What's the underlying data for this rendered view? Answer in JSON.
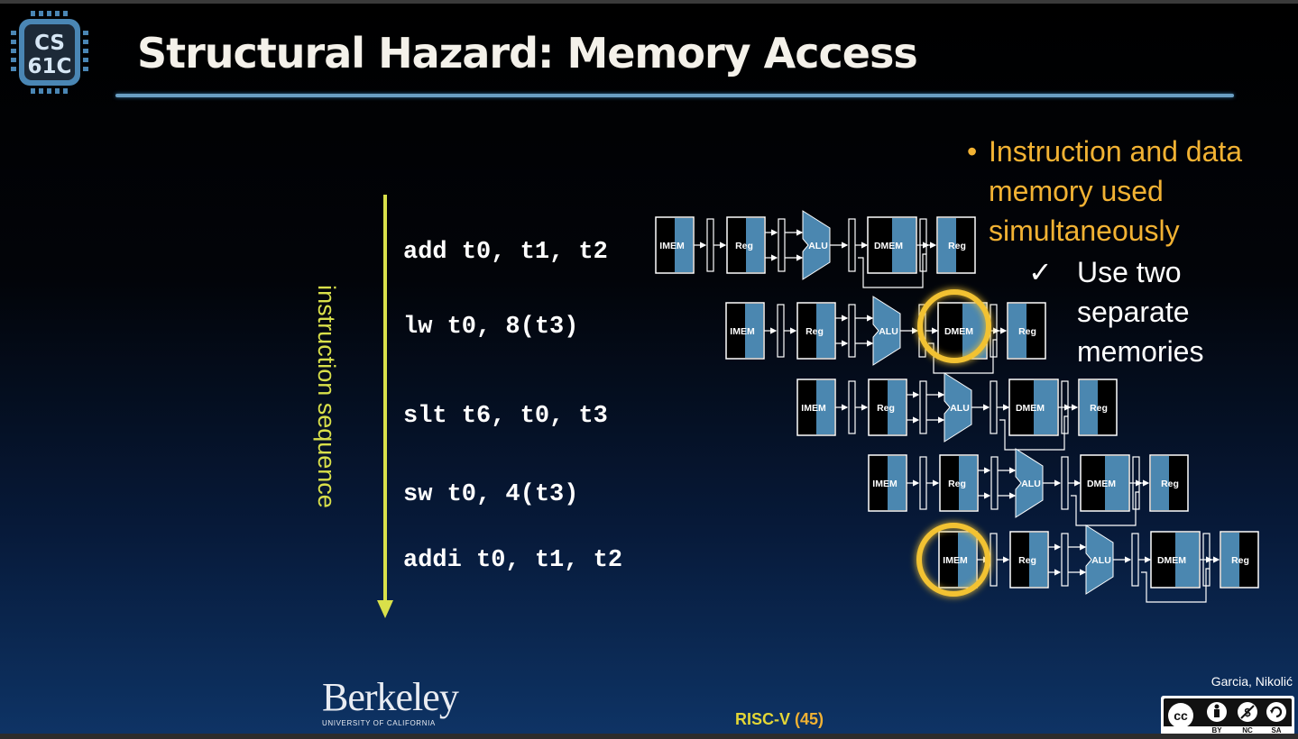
{
  "slide": {
    "logo_line1": "CS",
    "logo_line2": "61C",
    "title": "Structural Hazard: Memory Access",
    "sequence_label": "instruction sequence",
    "instructions": [
      "add t0, t1, t2",
      "lw t0, 8(t3)",
      "slt t6, t0, t3",
      "sw t0, 4(t3)",
      "addi t0, t1, t2"
    ],
    "stage_labels": {
      "imem": "IMEM",
      "reg": "Reg",
      "alu": "ALU",
      "dmem": "DMEM"
    },
    "bullet_main": "Instruction and data memory used simultaneously",
    "bullet_sub": "Use two separate memories",
    "bullet_dot": "•",
    "bullet_check": "✓",
    "berkeley_word": "Berkeley",
    "berkeley_sub": "UNIVERSITY OF CALIFORNIA",
    "footer_risc": "RISC-V",
    "footer_num": "(45)",
    "authors": "Garcia, Nikolić",
    "license_by": "BY",
    "license_nc": "NC",
    "license_sa": "SA",
    "license_cc": "cc"
  },
  "colors": {
    "accent_blue": "#4b87b0",
    "highlight_yellow": "#f2c233",
    "arrow_yellow": "#d9e04a"
  }
}
